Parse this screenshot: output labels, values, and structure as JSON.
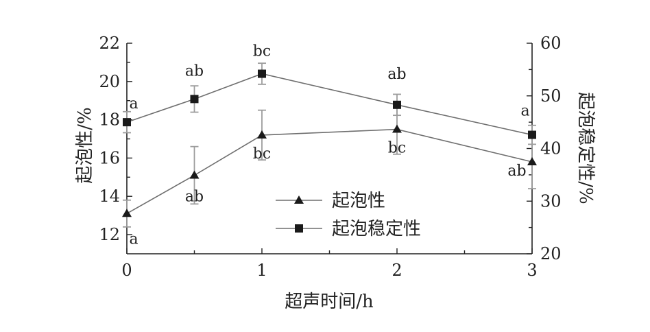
{
  "chart_data": {
    "type": "line",
    "xlabel": "超声时间/h",
    "ylabel": "起泡性/%",
    "y2label": "起泡稳定性/%",
    "x": [
      0,
      0.5,
      1,
      2,
      3
    ],
    "xticks": [
      0,
      1,
      2,
      3
    ],
    "xlim": [
      0,
      3
    ],
    "ylim": [
      11,
      22
    ],
    "yticks": [
      12,
      14,
      16,
      18,
      20,
      22
    ],
    "y2lim": [
      20,
      60
    ],
    "y2ticks": [
      20,
      30,
      40,
      50,
      60
    ],
    "legend_position": "center-bottom",
    "series": [
      {
        "name": "起泡性",
        "axis": "left",
        "marker": "triangle",
        "values": [
          13.1,
          15.1,
          17.2,
          17.5,
          15.8
        ],
        "error": [
          0.7,
          1.5,
          1.3,
          1.3,
          1.4
        ],
        "labels": [
          "a",
          "ab",
          "bc",
          "bc",
          "ab"
        ]
      },
      {
        "name": "起泡稳定性",
        "axis": "right",
        "marker": "square",
        "values": [
          45.0,
          49.4,
          54.2,
          48.3,
          42.6
        ],
        "error": [
          2.0,
          2.5,
          2.0,
          2.0,
          1.8
        ],
        "labels": [
          "a",
          "ab",
          "bc",
          "ab",
          "a"
        ]
      }
    ]
  }
}
